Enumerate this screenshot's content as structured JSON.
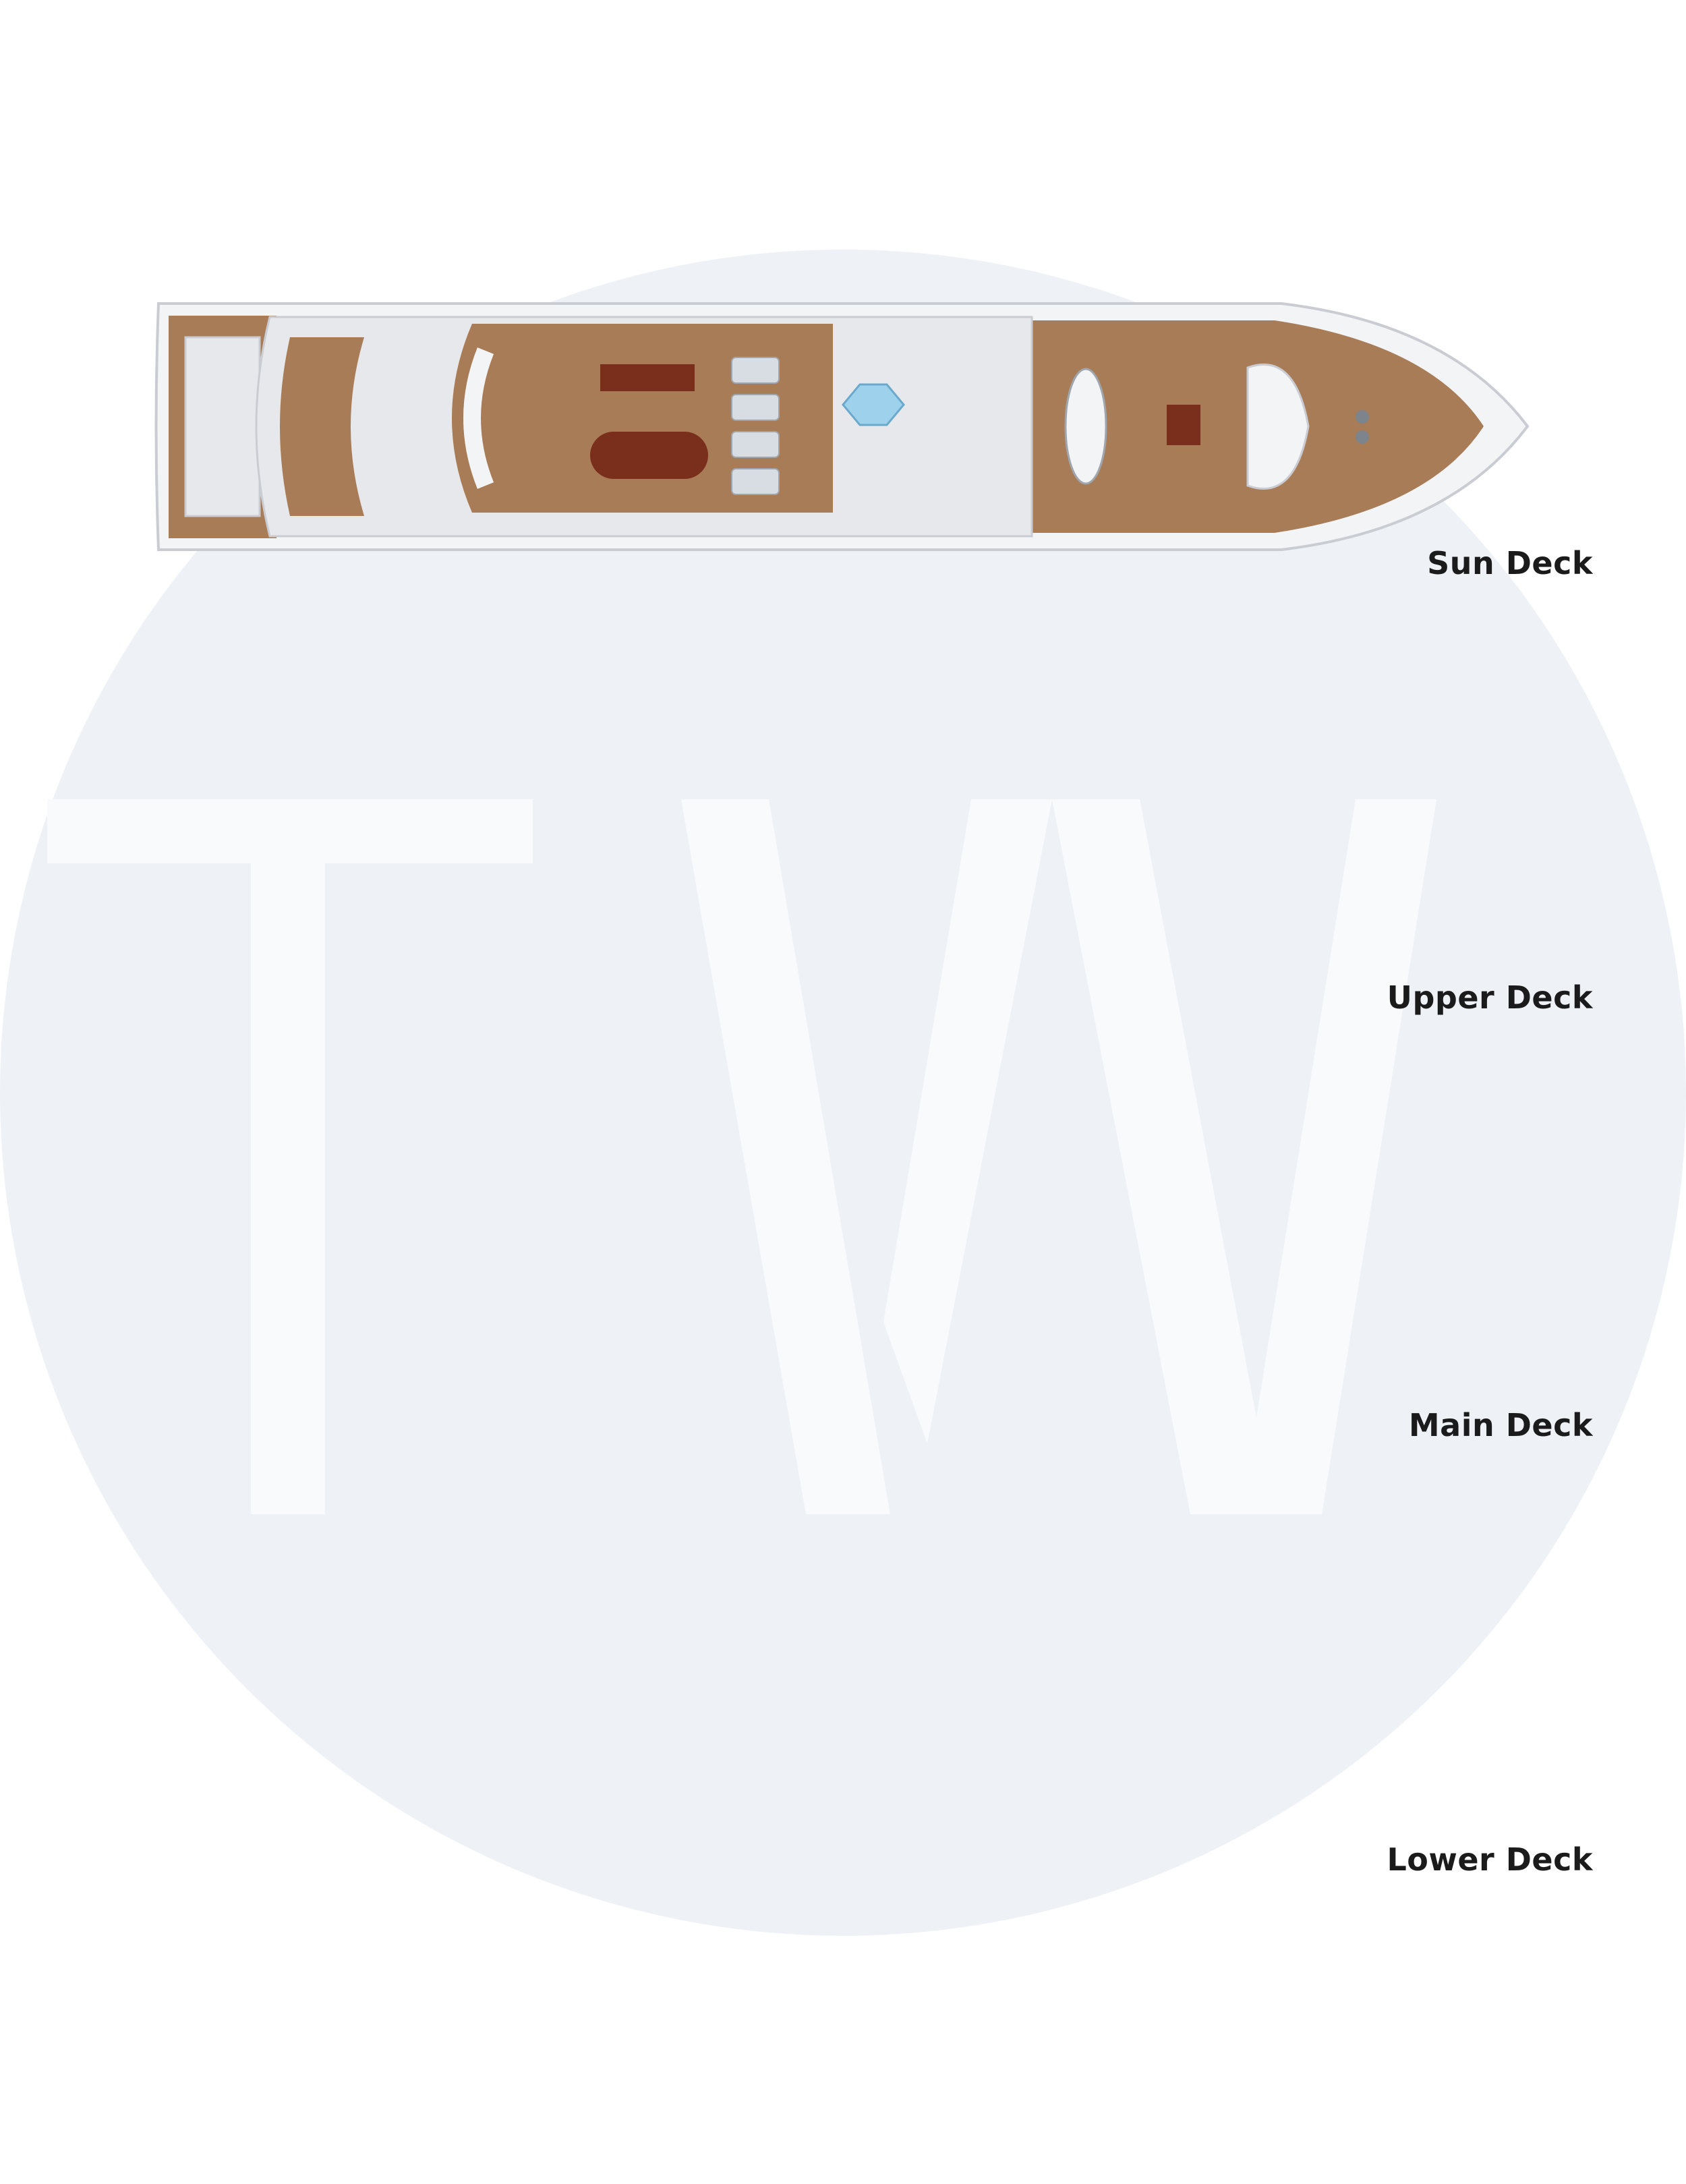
{
  "decks": [
    {
      "id": "sun",
      "label": "Sun Deck"
    },
    {
      "id": "upper",
      "label": "Upper Deck"
    },
    {
      "id": "main",
      "label": "Main Deck"
    },
    {
      "id": "lower",
      "label": "Lower Deck"
    }
  ],
  "colors": {
    "page": "#ffffff",
    "watermark_circle": "#eef2f7",
    "watermark_text": "#f9fafc",
    "hull": "#f3f4f6",
    "hull_stroke": "#c9ccd2",
    "teak": "#a87c56",
    "teak_dark": "#8a5e3c",
    "interior_cream": "#f6efd2",
    "furniture_dark": "#7a2e1c",
    "bed_blue": "#1f4e9c",
    "service_gray": "#b7bbc2",
    "superstructure": "#e6e8ec"
  }
}
